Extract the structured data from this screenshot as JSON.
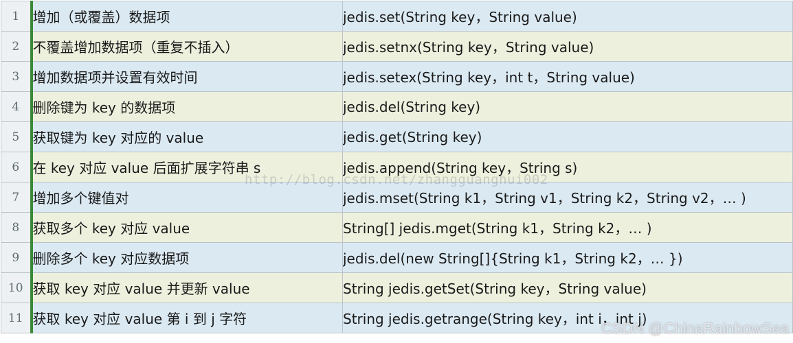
{
  "rows": [
    {
      "num": "1",
      "desc": "增加（或覆盖）数据项",
      "code": "jedis.set(String key，String value)"
    },
    {
      "num": "2",
      "desc": "不覆盖增加数据项（重复不插入）",
      "code": "jedis.setnx(String key，String value)"
    },
    {
      "num": "3",
      "desc": "增加数据项并设置有效时间",
      "code": "jedis.setex(String key，int t，String value)"
    },
    {
      "num": "4",
      "desc": "删除键为 key 的数据项",
      "code": "jedis.del(String key)"
    },
    {
      "num": "5",
      "desc": "获取键为 key 对应的 value",
      "code": "jedis.get(String key)"
    },
    {
      "num": "6",
      "desc": "在 key 对应 value 后面扩展字符串 s",
      "code": "jedis.append(String key，String s)"
    },
    {
      "num": "7",
      "desc": "增加多个键值对",
      "code": "jedis.mset(String k1，String v1，String k2，String v2，… )"
    },
    {
      "num": "8",
      "desc": "获取多个 key 对应 value",
      "code": "String[]  jedis.mget(String k1，String k2，… )"
    },
    {
      "num": "9",
      "desc": "删除多个 key 对应数据项",
      "code": "jedis.del(new String[]{String k1，String k2，… })"
    },
    {
      "num": "10",
      "desc": "获取 key 对应 value 并更新 value",
      "code": "String  jedis.getSet(String key，String value)"
    },
    {
      "num": "11",
      "desc": "获取 key 对应 value 第 i 到 j 字符",
      "code": "String  jedis.getrange(String key，int i，int j)"
    }
  ],
  "watermark": {
    "blog": "http://blog.csdn.net/zhangguanghui002",
    "csdn": "CSDN @ChinaRainbowSea"
  }
}
